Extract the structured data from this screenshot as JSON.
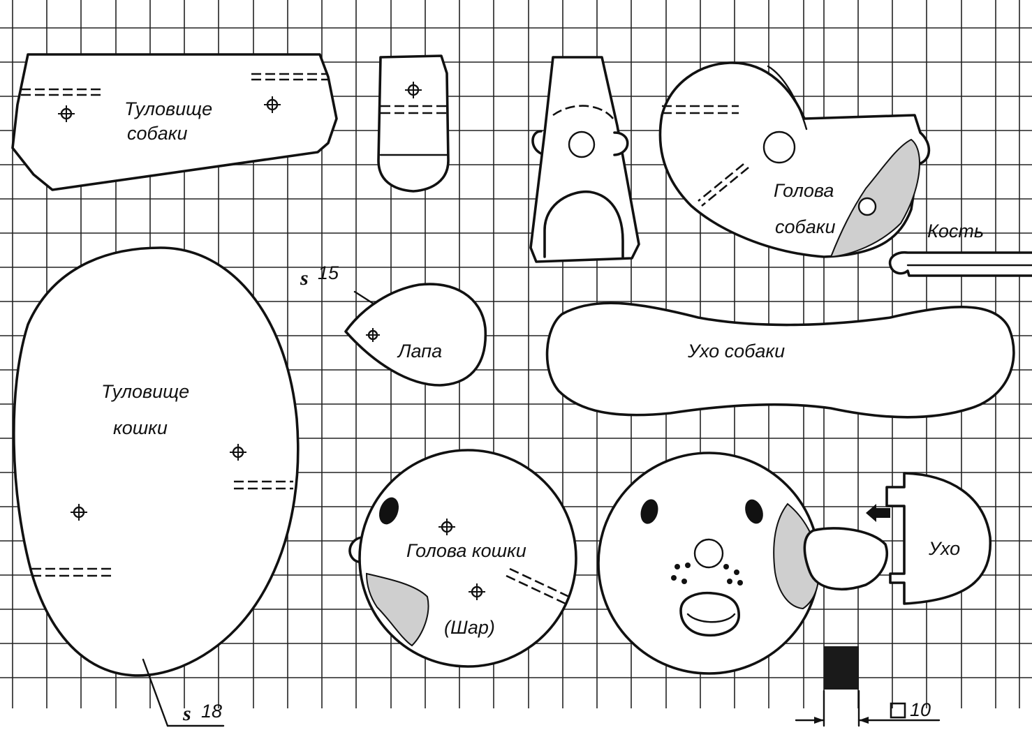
{
  "labels": {
    "dog_body_1": "Туловище",
    "dog_body_2": "собаки",
    "dog_head_1": "Голова",
    "dog_head_2": "собаки",
    "bone": "Кость",
    "paw": "Лапа",
    "dog_ear": "Ухо собаки",
    "cat_body_1": "Туловище",
    "cat_body_2": "кошки",
    "cat_head": "Голова кошки",
    "ball": "(Шар)",
    "ear": "Ухо",
    "thickness_15_s": "s",
    "thickness_15_v": "15",
    "thickness_18_s": "s",
    "thickness_18_v": "18",
    "grid_scale": "10"
  },
  "colors": {
    "ink": "#111111",
    "paper": "#ffffff",
    "scale_block": "#1a1a1a"
  }
}
